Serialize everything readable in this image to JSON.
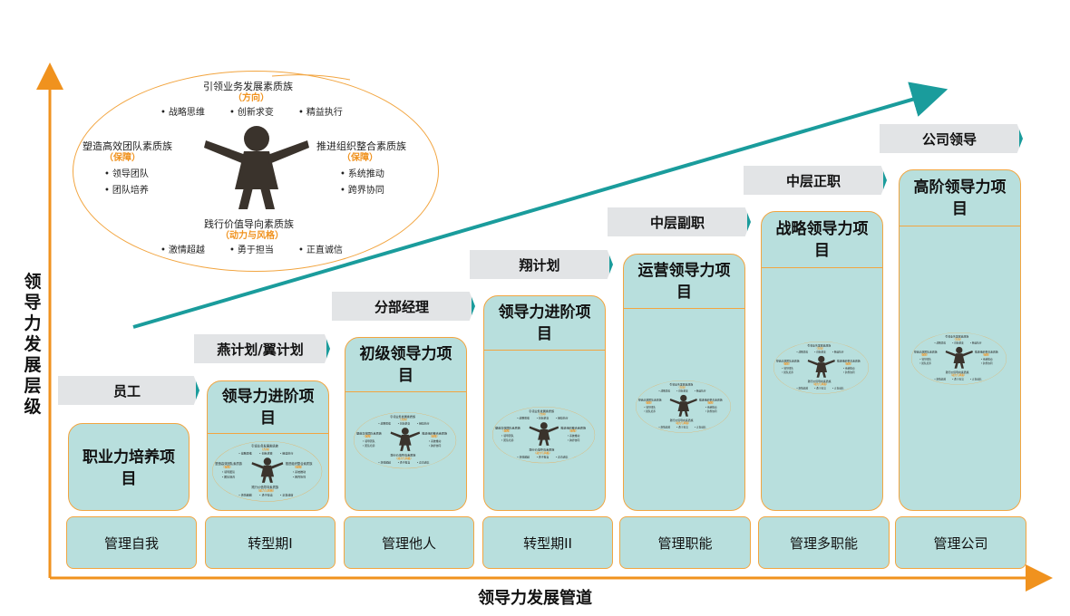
{
  "axes": {
    "y_title": "领导力发展层级",
    "x_title": "领导力发展管道",
    "color": "#f0921e",
    "trend_color": "#1a9c9c"
  },
  "oval": {
    "top_title": "引领业务发展素质族",
    "top_sub": "（方向）",
    "top_items": [
      "战略思维",
      "创新求变",
      "精益执行"
    ],
    "left_title": "塑造高效团队素质族",
    "left_sub": "（保障）",
    "left_items": [
      "领导团队",
      "团队培养"
    ],
    "right_title": "推进组织整合素质族",
    "right_sub": "（保障）",
    "right_items": [
      "系统推动",
      "跨界协同"
    ],
    "bottom_title": "践行价值导向素质族",
    "bottom_sub": "（动力与风格）",
    "bottom_items": [
      "激情超越",
      "勇于担当",
      "正直诚信"
    ]
  },
  "banners": [
    "员工",
    "燕计划/翼计划",
    "分部经理",
    "翔计划",
    "中层副职",
    "中层正职",
    "公司领导"
  ],
  "cards": [
    "职业力培养项目",
    "领导力进阶项目",
    "初级领导力项目",
    "领导力进阶项目",
    "运营领导力项目",
    "战略领导力项目",
    "高阶领导力项目"
  ],
  "stages": [
    "管理自我",
    "转型期I",
    "管理他人",
    "转型期II",
    "管理职能",
    "管理多职能",
    "管理公司"
  ]
}
